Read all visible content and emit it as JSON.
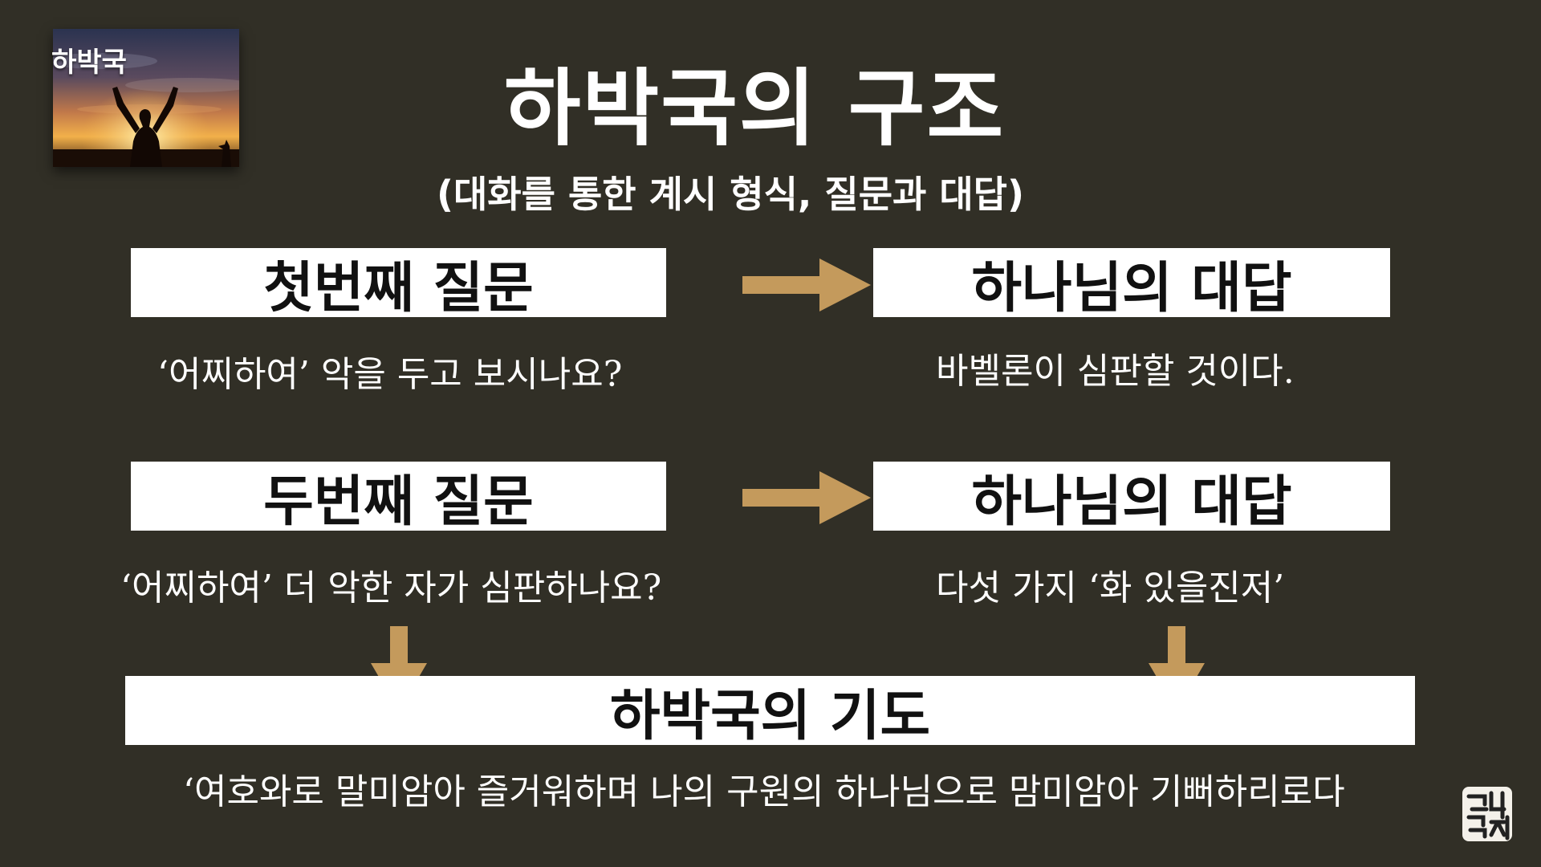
{
  "thumbnail": {
    "label": "하박국"
  },
  "title": "하박국의 구조",
  "subtitle": "(대화를 통한 계시 형식, 질문과 대답)",
  "rows": [
    {
      "question": "첫번째 질문",
      "question_caption": "‘어찌하여’ 악을 두고 보시나요?",
      "answer": "하나님의 대답",
      "answer_caption": "바벨론이 심판할 것이다."
    },
    {
      "question": "두번째 질문",
      "question_caption": "‘어찌하여’ 더 악한 자가 심판하나요?",
      "answer": "하나님의 대답",
      "answer_caption": "다섯 가지 ‘화 있을진저’"
    }
  ],
  "prayer": {
    "label": "하박국의 기도",
    "caption": "‘여호와로 말미암아 즐거워하며 나의 구원의 하나님으로 맘미암아 기뻐하리로다"
  },
  "colors": {
    "background": "#312f26",
    "arrow": "#c49a5c",
    "box": "#ffffff"
  }
}
